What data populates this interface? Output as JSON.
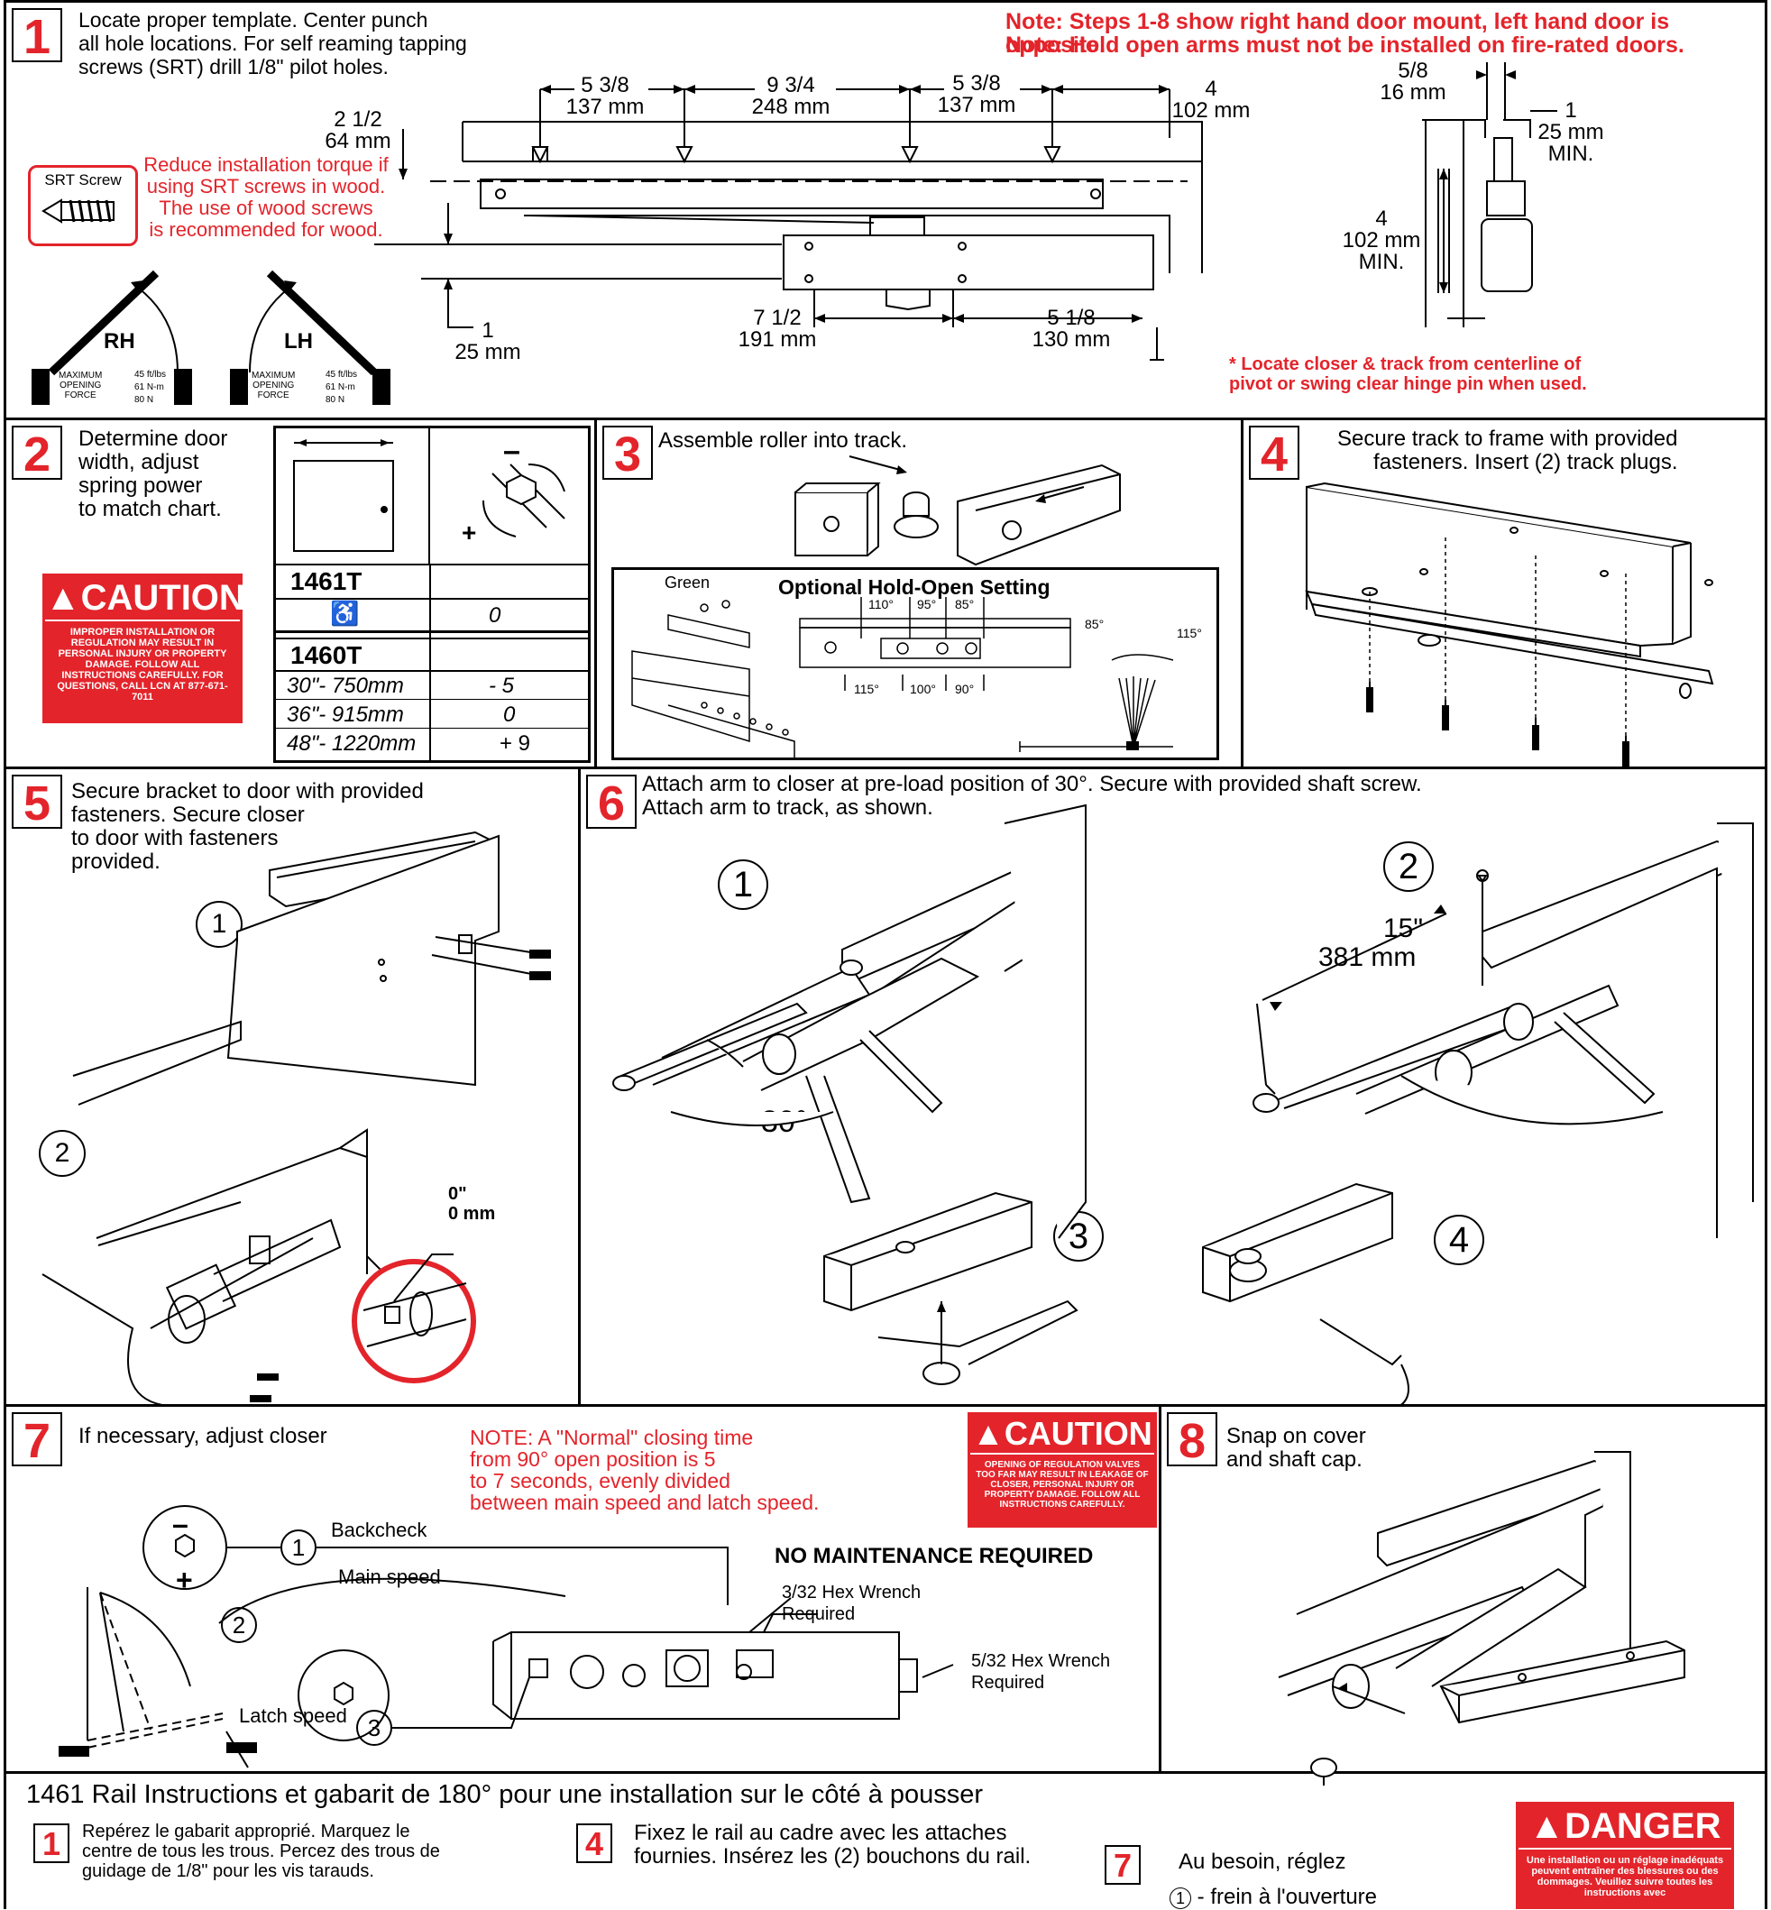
{
  "colors": {
    "accent": "#e3242b",
    "ink": "#000000"
  },
  "step1": {
    "num": "1",
    "text": "Locate proper template. Center punch\nall hole locations. For self reaming tapping\nscrews (SRT) drill 1/8\" pilot holes.",
    "note1": "Note: Steps 1-8 show right hand door mount, left hand door is opposite.",
    "note2": "Note: Hold open arms must not be installed on fire-rated doors.",
    "srt_label": "SRT Screw",
    "srt_note": "Reduce installation torque if\nusing SRT screws in wood.\nThe use of wood screws\nis recommended for wood.",
    "dims": {
      "d1_in": "5 3/8",
      "d1_mm": "137 mm",
      "d2_in": "9 3/4",
      "d2_mm": "248 mm",
      "d3_in": "5 3/8",
      "d3_mm": "137 mm",
      "d4_in": "4",
      "d4_mm": "102 mm",
      "d5_in": "2 1/2",
      "d5_mm": "64 mm",
      "d6_in": "1",
      "d6_mm": "25 mm",
      "d7_in": "7 1/2",
      "d7_mm": "191 mm",
      "d8_in": "5 1/8",
      "d8_mm": "130 mm",
      "side_a_in": "5/8",
      "side_a_mm": "16 mm",
      "side_b_in": "1",
      "side_b_mm": "25 mm",
      "side_b_min": "MIN.",
      "side_c_in": "4",
      "side_c_mm": "102 mm",
      "side_c_min": "MIN."
    },
    "rh": "RH",
    "lh": "LH",
    "force_label": "MAXIMUM\nOPENING\nFORCE",
    "force_vals": "45 ft/lbs\n61 N-m\n80 N",
    "locate_note": "* Locate closer & track from centerline of\npivot or swing clear hinge pin when used."
  },
  "step2": {
    "num": "2",
    "text": "Determine door\nwidth, adjust\nspring power\nto match chart.",
    "caution_hdr": "CAUTION",
    "caution_body": "IMPROPER INSTALLATION OR REGULATION MAY RESULT IN PERSONAL INJURY OR PROPERTY DAMAGE. FOLLOW ALL INSTRUCTIONS CAREFULLY. FOR QUESTIONS, CALL LCN AT 877-671-7011",
    "model1": "1461T",
    "ada_val": "0",
    "model2": "1460T",
    "rows": [
      {
        "size": "30\"- 750mm",
        "val": "- 5"
      },
      {
        "size": "36\"- 915mm",
        "val": "0"
      },
      {
        "size": "48\"- 1220mm",
        "val": "+ 9"
      }
    ],
    "minus": "–",
    "plus": "+"
  },
  "step3": {
    "num": "3",
    "text": "Assemble roller into track.",
    "hold_title": "Optional Hold-Open Setting",
    "green": "Green",
    "top_angles": [
      "110°",
      "95°",
      "85°"
    ],
    "bot_angles": [
      "115°",
      "100°",
      "90°"
    ],
    "fan_left": "85°",
    "fan_right": "115°"
  },
  "step4": {
    "num": "4",
    "text": "Secure track to frame with provided\nfasteners. Insert (2) track plugs."
  },
  "step5": {
    "num": "5",
    "text": "Secure bracket to door with provided\nfasteners. Secure closer\nto door with fasteners\nprovided.",
    "c1": "1",
    "c2": "2",
    "zero_in": "0\"",
    "zero_mm": "0 mm"
  },
  "step6": {
    "num": "6",
    "text": "Attach arm to closer at pre-load position of 30°.  Secure with provided shaft screw.\nAttach arm to track, as shown.",
    "c1": "1",
    "c2": "2",
    "c3": "3",
    "c4": "4",
    "angle": "30°",
    "len_in": "15\"",
    "len_mm": "381 mm"
  },
  "step7": {
    "num": "7",
    "text": "If necessary, adjust closer",
    "note": "NOTE: A \"Normal\" closing time\nfrom 90° open position is  5\nto 7 seconds, evenly divided\nbetween main speed and latch speed.",
    "caution_hdr": "CAUTION",
    "caution_body": "OPENING OF REGULATION VALVES TOO FAR MAY RESULT IN LEAKAGE OF CLOSER, PERSONAL INJURY OR PROPERTY DAMAGE. FOLLOW ALL INSTRUCTIONS CAREFULLY.",
    "no_maint": "NO MAINTENANCE REQUIRED",
    "backcheck": "Backcheck",
    "main_speed": "Main speed",
    "latch_speed": "Latch speed",
    "c1": "1",
    "c2": "2",
    "c3": "3",
    "wrench1": "3/32 Hex Wrench\nRequired",
    "wrench2": "5/32 Hex Wrench\nRequired",
    "minus": "–",
    "plus": "+"
  },
  "step8": {
    "num": "8",
    "text": "Snap on cover\nand shaft cap."
  },
  "french": {
    "title": "1461 Rail Instructions et gabarit de 180° pour une installation sur le côté à pousser",
    "f1_num": "1",
    "f1_text": "Repérez le gabarit approprié. Marquez le\ncentre de tous les trous. Percez des trous de\nguidage de 1/8\" pour les vis tarauds.",
    "f4_num": "4",
    "f4_text": "Fixez le rail au cadre avec les attaches\nfournies. Insérez les (2) bouchons du rail.",
    "f7_num": "7",
    "f7_text": "Au besoin, réglez",
    "f7_item1_num": "1",
    "f7_item1": "-  frein à l'ouverture",
    "danger_hdr": "DANGER",
    "danger_body": "Une installation ou un réglage inadéquats peuvent entraîner des blessures ou des dommages. Veuillez suivre toutes les instructions avec"
  }
}
